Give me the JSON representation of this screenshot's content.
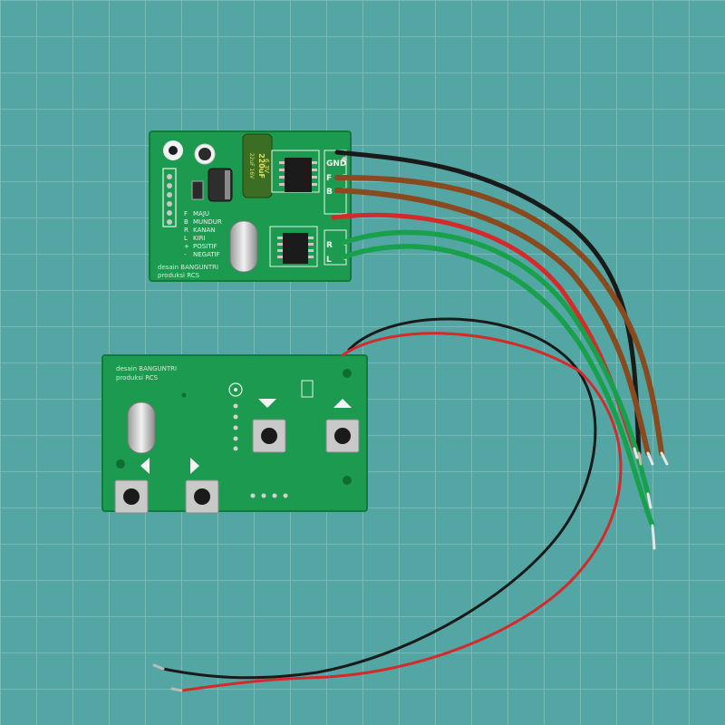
{
  "receiver": {
    "credit_line1": "desain BANGUNTRI",
    "credit_line2": "produksi RCS",
    "cap_lines": [
      "220uF",
      "6.3V"
    ],
    "cap_label": "22uF 16V",
    "pin_letters": [
      "F",
      "B",
      "R",
      "L",
      "+",
      "-"
    ],
    "pin_labels": [
      "MAJU",
      "MUNDUR",
      "KANAN",
      "KIRI",
      "POSITIF",
      "NEGATIF"
    ],
    "out_gnd": "GND",
    "out_f": "F",
    "out_b": "B",
    "out_r": "R",
    "out_l": "L"
  },
  "transmitter": {
    "credit_line1": "desain BANGUNTRI",
    "credit_line2": "produksi RCS"
  },
  "colors": {
    "mat": "#53a6a3",
    "grid": "#8cc7c4",
    "pcb": "#1c9a4f",
    "pcb_edge": "#0f7a3a",
    "silk": "#e8f3ec",
    "wire_black": "#1a1a1a",
    "wire_brown": "#8a4a1f",
    "wire_red": "#d42a2a",
    "wire_green": "#18a04a"
  }
}
